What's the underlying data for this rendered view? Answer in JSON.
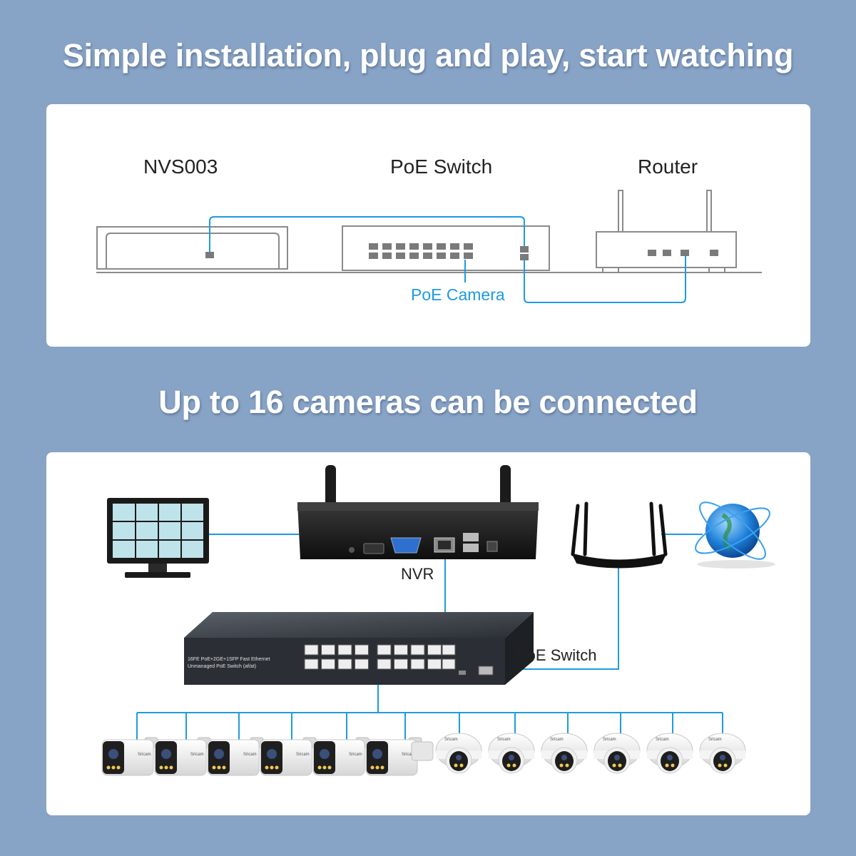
{
  "headlines": {
    "top": "Simple installation, plug and play, start watching",
    "bottom": "Up to 16 cameras can be connected"
  },
  "install_diagram": {
    "devices": [
      "NVS003",
      "PoE Switch",
      "Router"
    ],
    "camera_label": "PoE Camera"
  },
  "connection_diagram": {
    "nvr_label": "NVR",
    "switch_label": "PoE Switch",
    "switch_front_text": [
      "16FE PoE+2GE+1SFP Fast Ethernet",
      "Unmanaged PoE Switch (af/at)"
    ],
    "camera_brand": "Sricam",
    "bullet_camera_count": 6,
    "dome_camera_count": 6
  },
  "colors": {
    "background": "#87a3c6",
    "cable": "#1e9be0",
    "line_art": "#8a8a8a"
  },
  "icons": [
    "monitor-icon",
    "nvr-icon",
    "router-icon",
    "globe-icon",
    "poe-switch-icon",
    "bullet-camera-icon",
    "dome-camera-icon"
  ]
}
